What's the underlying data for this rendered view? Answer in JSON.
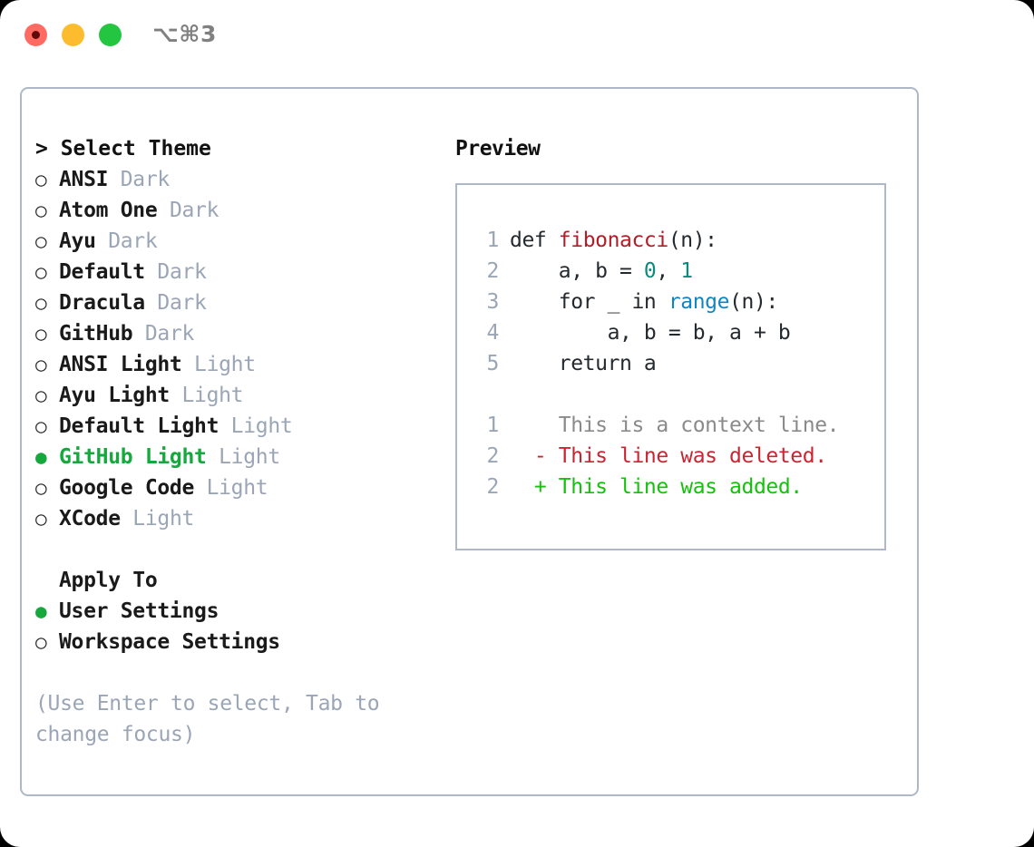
{
  "titlebar": {
    "shortcut": "⌥⌘3",
    "dots": [
      "close-red",
      "minimize-yellow",
      "maximize-green"
    ]
  },
  "theme_list": {
    "heading": "> Select Theme",
    "items": [
      {
        "marker": "○",
        "label": "ANSI",
        "variant": "Dark",
        "selected": false
      },
      {
        "marker": "○",
        "label": "Atom One",
        "variant": "Dark",
        "selected": false
      },
      {
        "marker": "○",
        "label": "Ayu",
        "variant": "Dark",
        "selected": false
      },
      {
        "marker": "○",
        "label": "Default",
        "variant": "Dark",
        "selected": false
      },
      {
        "marker": "○",
        "label": "Dracula",
        "variant": "Dark",
        "selected": false
      },
      {
        "marker": "○",
        "label": "GitHub",
        "variant": "Dark",
        "selected": false
      },
      {
        "marker": "○",
        "label": "ANSI Light",
        "variant": "Light",
        "selected": false
      },
      {
        "marker": "○",
        "label": "Ayu Light",
        "variant": "Light",
        "selected": false
      },
      {
        "marker": "○",
        "label": "Default Light",
        "variant": "Light",
        "selected": false
      },
      {
        "marker": "●",
        "label": "GitHub Light",
        "variant": "Light",
        "selected": true
      },
      {
        "marker": "○",
        "label": "Google Code",
        "variant": "Light",
        "selected": false
      },
      {
        "marker": "○",
        "label": "XCode",
        "variant": "Light",
        "selected": false
      }
    ]
  },
  "apply_to": {
    "heading": "Apply To",
    "items": [
      {
        "marker": "●",
        "label": "User Settings",
        "selected": true
      },
      {
        "marker": "○",
        "label": "Workspace Settings",
        "selected": false
      }
    ]
  },
  "hint": "(Use Enter to select, Tab to change focus)",
  "preview": {
    "heading": "Preview",
    "code_lines": [
      {
        "no": "1",
        "parts": [
          {
            "t": "def ",
            "k": "plain"
          },
          {
            "t": "fibonacci",
            "k": "fn"
          },
          {
            "t": "(n):",
            "k": "plain"
          }
        ]
      },
      {
        "no": "2",
        "parts": [
          {
            "t": "    a, b = ",
            "k": "plain"
          },
          {
            "t": "0",
            "k": "num"
          },
          {
            "t": ", ",
            "k": "plain"
          },
          {
            "t": "1",
            "k": "num"
          }
        ]
      },
      {
        "no": "3",
        "parts": [
          {
            "t": "    for _ in ",
            "k": "plain"
          },
          {
            "t": "range",
            "k": "call"
          },
          {
            "t": "(n):",
            "k": "plain"
          }
        ]
      },
      {
        "no": "4",
        "parts": [
          {
            "t": "        a, b = b, a + b",
            "k": "plain"
          }
        ]
      },
      {
        "no": "5",
        "parts": [
          {
            "t": "    return a",
            "k": "plain"
          }
        ]
      }
    ],
    "diff_lines": [
      {
        "no": "1",
        "sign": " ",
        "text": "This is a context line.",
        "kind": "context"
      },
      {
        "no": "2",
        "sign": "-",
        "text": "This line was deleted.",
        "kind": "deleted"
      },
      {
        "no": "2",
        "sign": "+",
        "text": "This line was added.",
        "kind": "added"
      }
    ]
  },
  "colors": {
    "selected_green": "#15A83C",
    "muted": "#9AA5B5",
    "border": "#AEB8C6",
    "fn_red": "#B31D28",
    "num_teal": "#0B8A80",
    "call_blue": "#1184C4",
    "diff_add": "#13C20A",
    "diff_del": "#CB2431"
  }
}
